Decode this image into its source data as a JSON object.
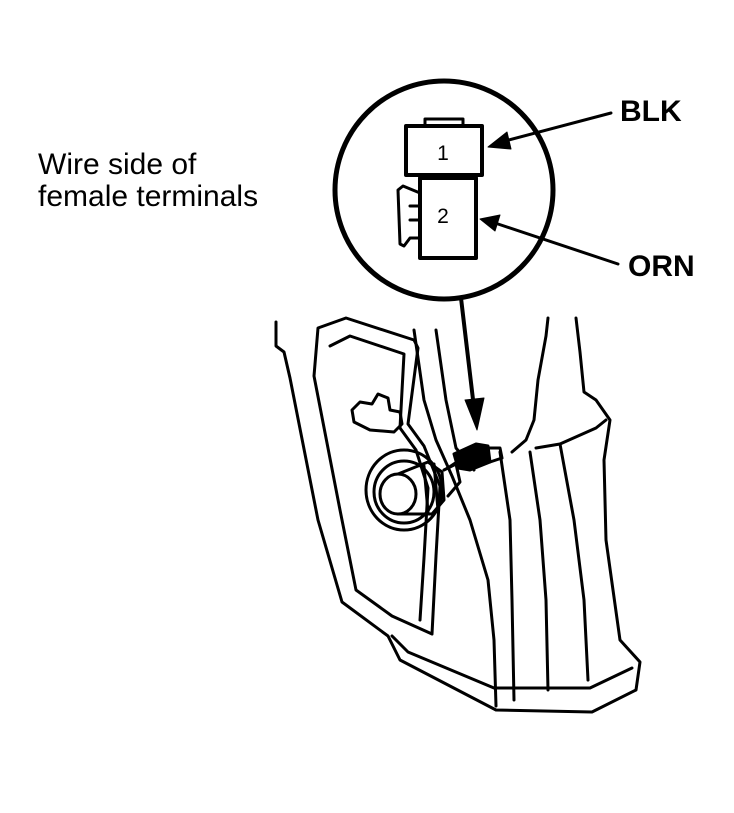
{
  "caption": {
    "line1": "Wire side of",
    "line2": "female terminals"
  },
  "connector": {
    "pins": [
      {
        "number": "1",
        "wire_color": "BLK"
      },
      {
        "number": "2",
        "wire_color": "ORN"
      }
    ]
  },
  "colors": {
    "ink": "#000000",
    "paper": "#ffffff"
  }
}
